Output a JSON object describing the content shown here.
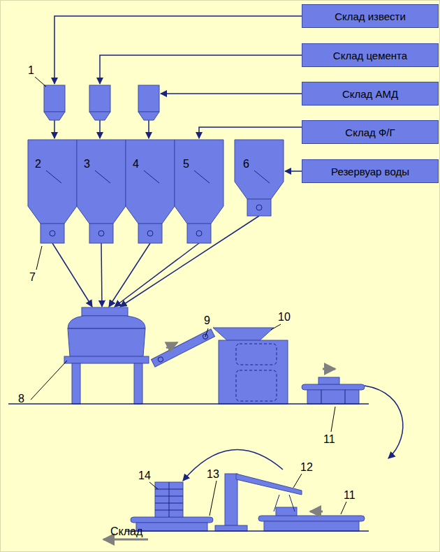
{
  "diagram": {
    "nodes": [
      {
        "text": [
          "Склад извести"
        ]
      },
      {
        "text": [
          "Склад цемента"
        ]
      },
      {
        "text": [
          "Склад АМД"
        ]
      },
      {
        "text": [
          "Склад Ф/Г"
        ]
      },
      {
        "text": [
          "Резервуар воды"
        ]
      }
    ],
    "labels": [
      "1",
      "2",
      "3",
      "4",
      "5",
      "6",
      "7",
      "10",
      "9",
      "8",
      "11",
      "14",
      "12",
      "13",
      "11",
      "Склад"
    ]
  }
}
